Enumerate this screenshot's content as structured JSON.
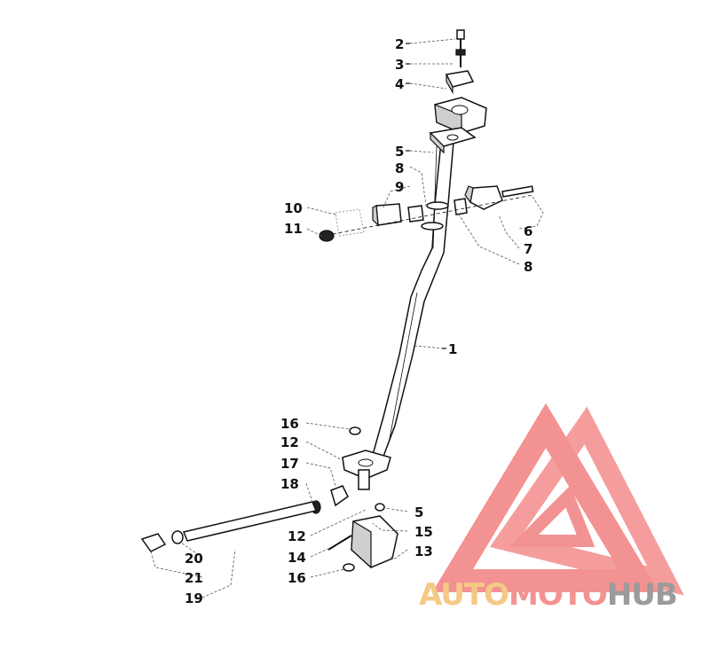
{
  "callouts": {
    "c2": "2",
    "c3": "3",
    "c4": "4",
    "c5a": "5",
    "c8a": "8",
    "c9": "9",
    "c10": "10",
    "c11": "11",
    "c6": "6",
    "c7": "7",
    "c8b": "8",
    "c1": "1",
    "c16a": "16",
    "c12a": "12",
    "c17": "17",
    "c18": "18",
    "c5b": "5",
    "c12b": "12",
    "c15": "15",
    "c14": "14",
    "c13": "13",
    "c16b": "16",
    "c20": "20",
    "c21": "21",
    "c19": "19"
  },
  "watermark": {
    "part1": "AUTO",
    "part2": "MOTO",
    "part3": "HUB",
    "color_primary": "#f28080",
    "color_secondary": "#f3c070",
    "color_gray": "#8a8a8a"
  }
}
